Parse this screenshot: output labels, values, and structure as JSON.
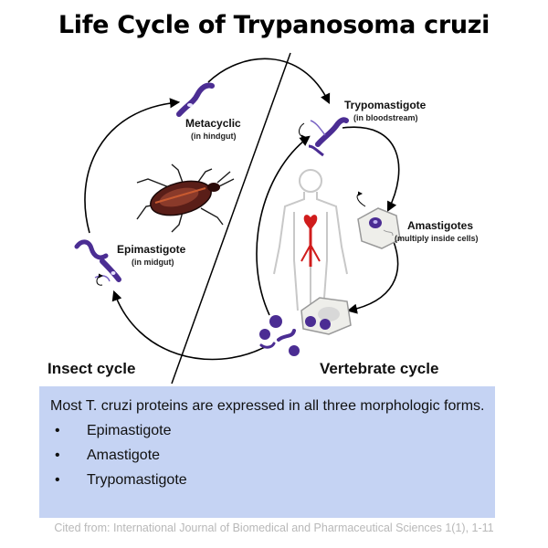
{
  "title": "Life Cycle of Trypanosoma cruzi",
  "stages": {
    "metacyclic": {
      "name": "Metacyclic",
      "location": "(in hindgut)"
    },
    "trypomastigote": {
      "name": "Trypomastigote",
      "location": "(in bloodstream)"
    },
    "amastigotes": {
      "name": "Amastigotes",
      "location": "(multiply inside cells)"
    },
    "epimastigote": {
      "name": "Epimastigote",
      "location": "(in midgut)"
    }
  },
  "cycles": {
    "insect": "Insect cycle",
    "vertebrate": "Vertebrate cycle"
  },
  "panel": {
    "intro": "Most T. cruzi proteins are expressed in all three morphologic forms.",
    "bullet_char": "•",
    "items": [
      "Epimastigote",
      "Amastigote",
      "Trypomastigote"
    ]
  },
  "citation": "Cited from: International Journal of Biomedical and Pharmaceutical Sciences 1(1), 1-11",
  "colors": {
    "parasite": "#4b2d93",
    "parasite_light": "#7a64c4",
    "panel_bg": "#c5d3f3",
    "heart": "#d01c1c",
    "bug_body": "#5a1e18"
  }
}
